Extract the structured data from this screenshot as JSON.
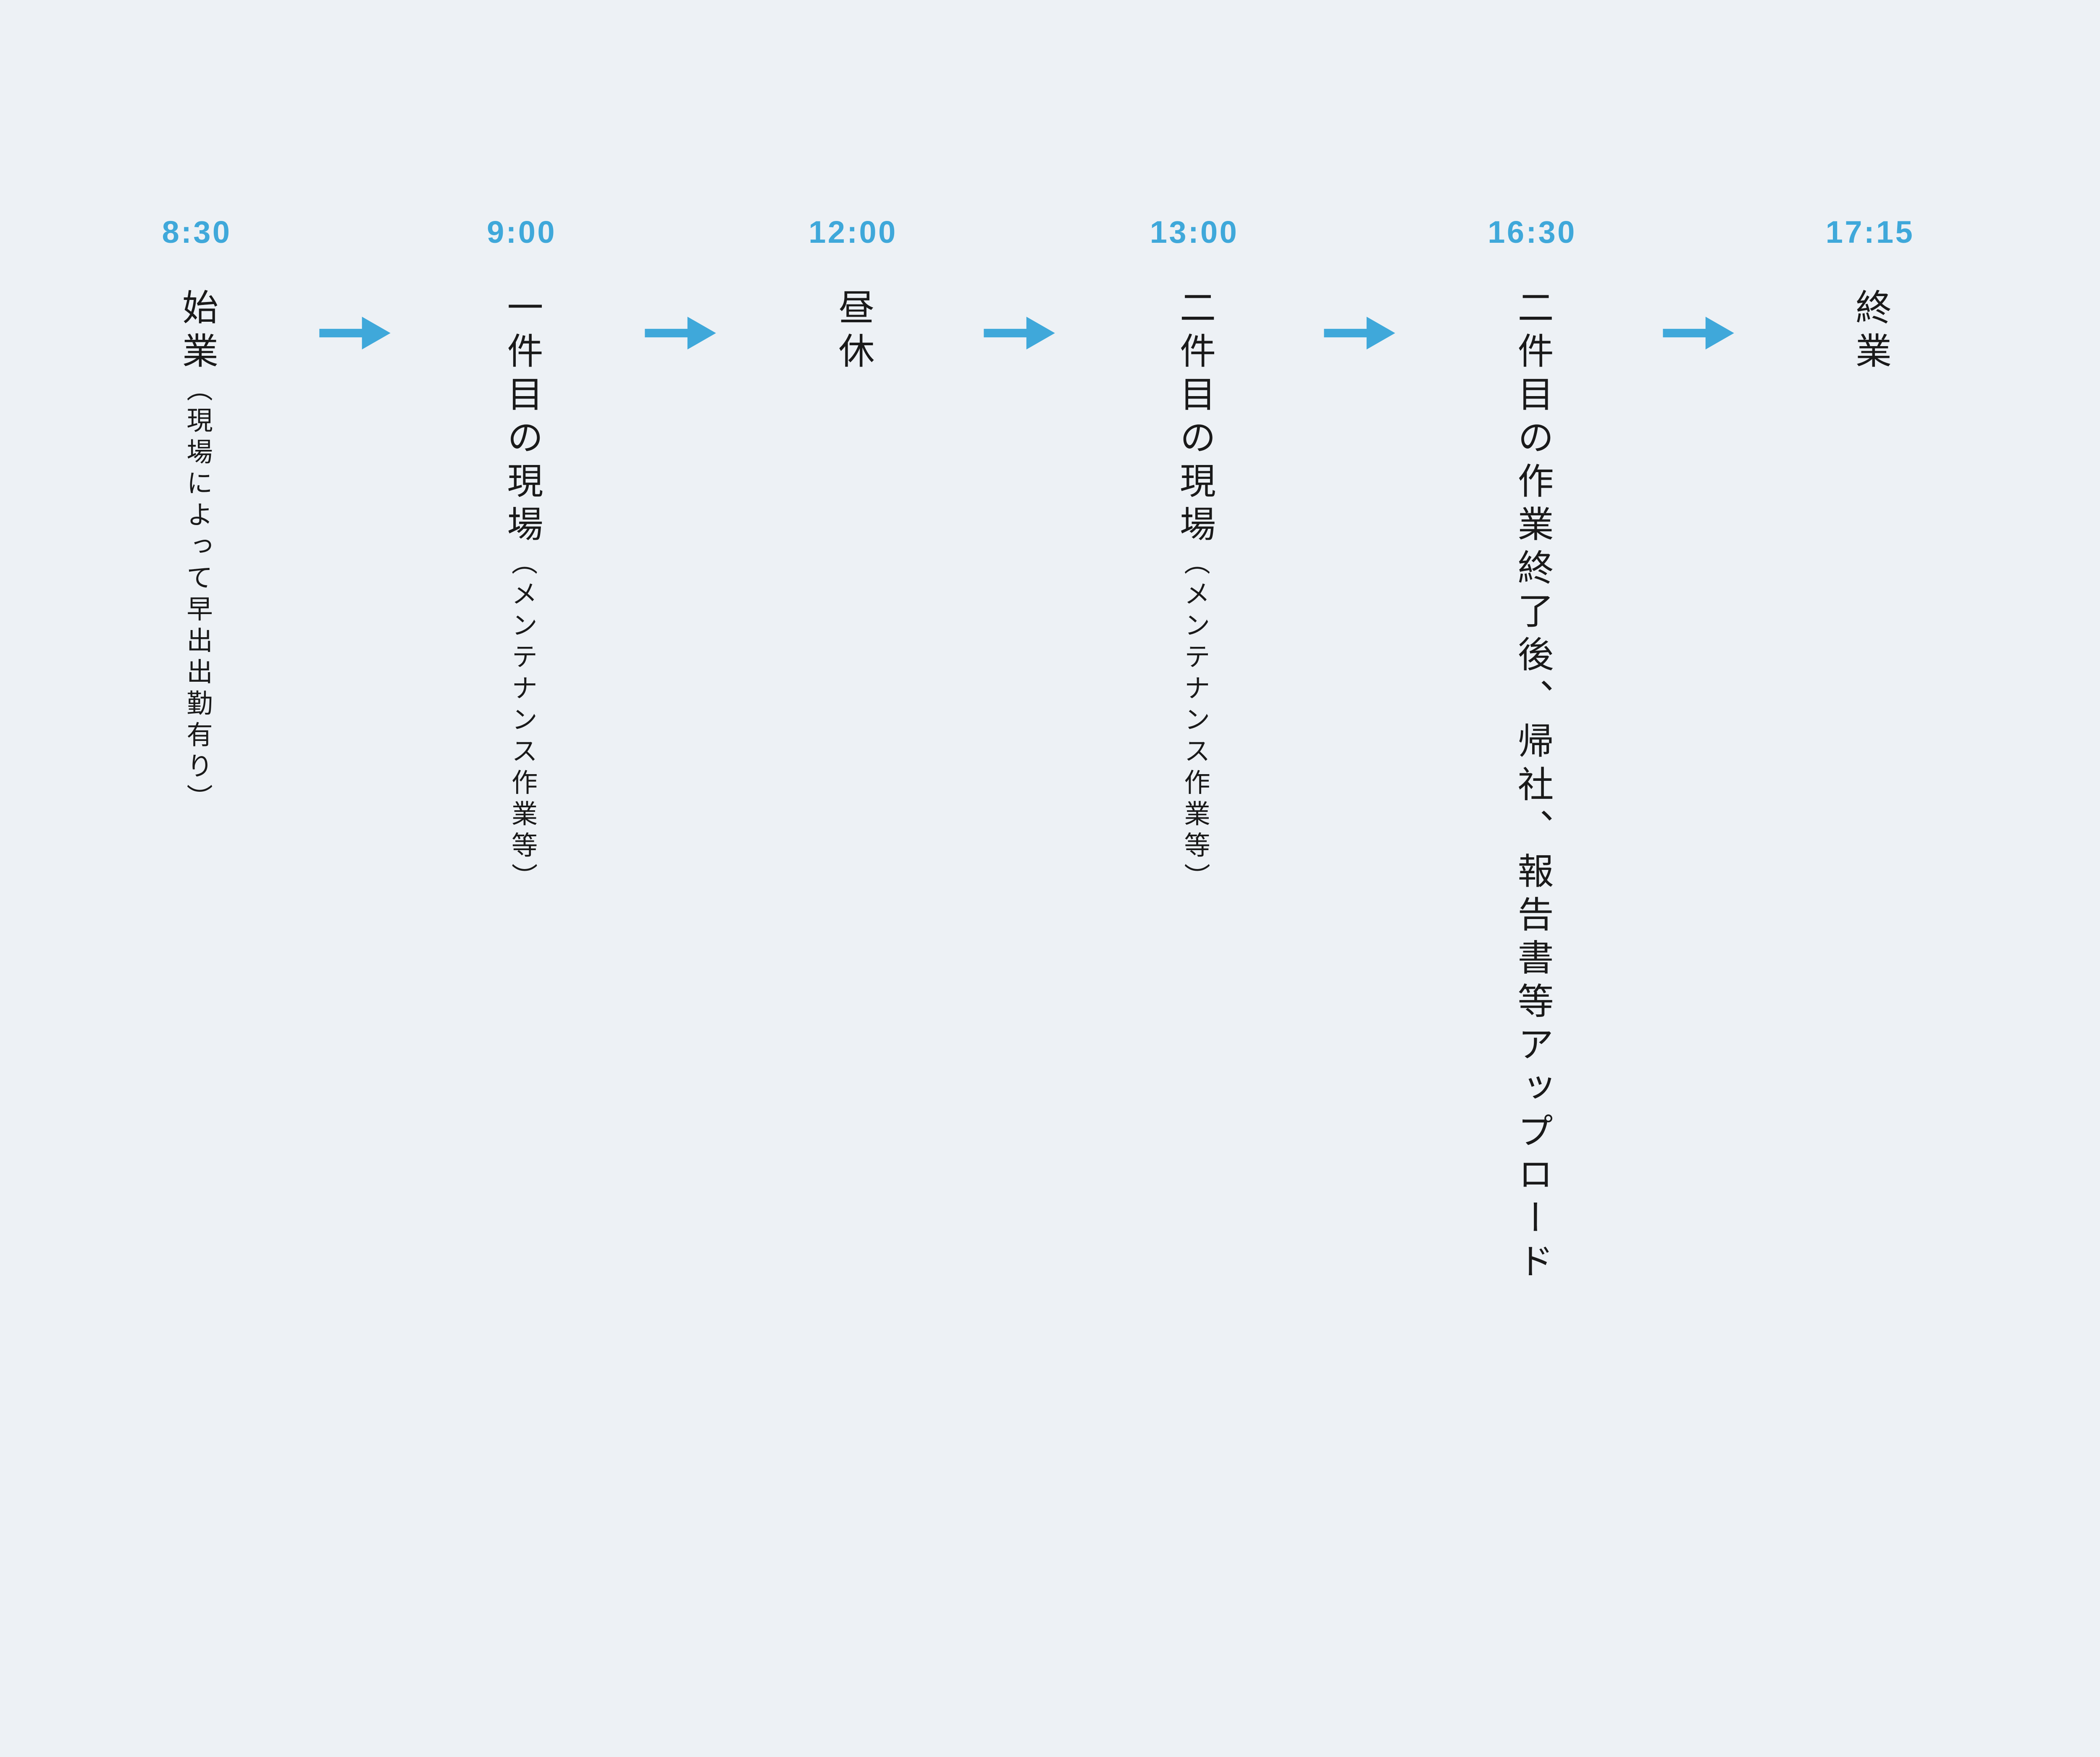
{
  "palette": {
    "background": "#edf1f5",
    "accent_blue": "#3fa8da",
    "text_black": "#1a1a1a"
  },
  "timeline": {
    "arrow_icon": "right-arrow",
    "stages": [
      {
        "time": "8:30",
        "label": "始業",
        "note": "（現場によって早出出勤有り）"
      },
      {
        "time": "9:00",
        "label": "一件目の現場",
        "note": "（メンテナンス作業等）"
      },
      {
        "time": "12:00",
        "label": "昼休",
        "note": ""
      },
      {
        "time": "13:00",
        "label": "二件目の現場",
        "note": "（メンテナンス作業等）"
      },
      {
        "time": "16:30",
        "label": "二件目の作業終了後、帰社、報告書等アップロード",
        "note": ""
      },
      {
        "time": "17:15",
        "label": "終業",
        "note": ""
      }
    ]
  }
}
